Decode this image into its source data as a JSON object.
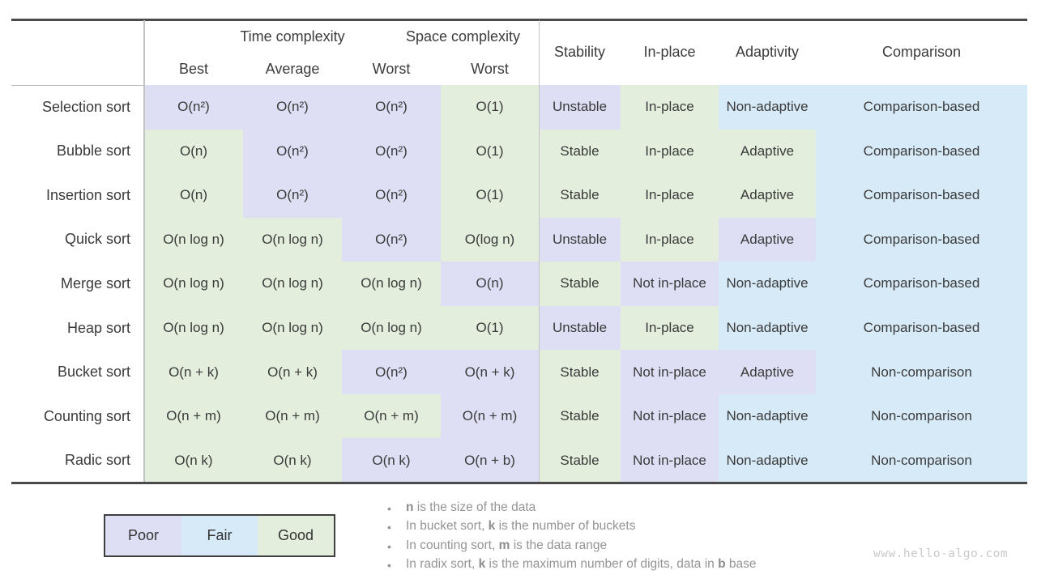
{
  "chart_data": {
    "type": "table",
    "title": "",
    "column_groups": [
      {
        "label": "Time complexity",
        "span": 3
      },
      {
        "label": "Space complexity",
        "span": 1
      }
    ],
    "sub_headers": [
      "Best",
      "Average",
      "Worst",
      "Worst"
    ],
    "attribute_headers": [
      "Stability",
      "In-place",
      "Adaptivity",
      "Comparison"
    ],
    "rating_colors": {
      "poor": "#dedff4",
      "fair": "#d7eaf7",
      "good": "#e3eedd"
    },
    "rows": [
      {
        "label": "Selection sort",
        "cells": [
          {
            "text": "O(n²)",
            "rating": "poor"
          },
          {
            "text": "O(n²)",
            "rating": "poor"
          },
          {
            "text": "O(n²)",
            "rating": "poor"
          },
          {
            "text": "O(1)",
            "rating": "good"
          },
          {
            "text": "Unstable",
            "rating": "poor"
          },
          {
            "text": "In-place",
            "rating": "good"
          },
          {
            "text": "Non-adaptive",
            "rating": "fair"
          },
          {
            "text": "Comparison-based",
            "rating": "fair"
          }
        ]
      },
      {
        "label": "Bubble sort",
        "cells": [
          {
            "text": "O(n)",
            "rating": "good"
          },
          {
            "text": "O(n²)",
            "rating": "poor"
          },
          {
            "text": "O(n²)",
            "rating": "poor"
          },
          {
            "text": "O(1)",
            "rating": "good"
          },
          {
            "text": "Stable",
            "rating": "good"
          },
          {
            "text": "In-place",
            "rating": "good"
          },
          {
            "text": "Adaptive",
            "rating": "good"
          },
          {
            "text": "Comparison-based",
            "rating": "fair"
          }
        ]
      },
      {
        "label": "Insertion sort",
        "cells": [
          {
            "text": "O(n)",
            "rating": "good"
          },
          {
            "text": "O(n²)",
            "rating": "poor"
          },
          {
            "text": "O(n²)",
            "rating": "poor"
          },
          {
            "text": "O(1)",
            "rating": "good"
          },
          {
            "text": "Stable",
            "rating": "good"
          },
          {
            "text": "In-place",
            "rating": "good"
          },
          {
            "text": "Adaptive",
            "rating": "good"
          },
          {
            "text": "Comparison-based",
            "rating": "fair"
          }
        ]
      },
      {
        "label": "Quick sort",
        "cells": [
          {
            "text": "O(n log n)",
            "rating": "good"
          },
          {
            "text": "O(n log n)",
            "rating": "good"
          },
          {
            "text": "O(n²)",
            "rating": "poor"
          },
          {
            "text": "O(log n)",
            "rating": "good"
          },
          {
            "text": "Unstable",
            "rating": "poor"
          },
          {
            "text": "In-place",
            "rating": "good"
          },
          {
            "text": "Adaptive",
            "rating": "poor"
          },
          {
            "text": "Comparison-based",
            "rating": "fair"
          }
        ]
      },
      {
        "label": "Merge sort",
        "cells": [
          {
            "text": "O(n log n)",
            "rating": "good"
          },
          {
            "text": "O(n log n)",
            "rating": "good"
          },
          {
            "text": "O(n log n)",
            "rating": "good"
          },
          {
            "text": "O(n)",
            "rating": "poor"
          },
          {
            "text": "Stable",
            "rating": "good"
          },
          {
            "text": "Not in-place",
            "rating": "poor"
          },
          {
            "text": "Non-adaptive",
            "rating": "fair"
          },
          {
            "text": "Comparison-based",
            "rating": "fair"
          }
        ]
      },
      {
        "label": "Heap sort",
        "cells": [
          {
            "text": "O(n log n)",
            "rating": "good"
          },
          {
            "text": "O(n log n)",
            "rating": "good"
          },
          {
            "text": "O(n log n)",
            "rating": "good"
          },
          {
            "text": "O(1)",
            "rating": "good"
          },
          {
            "text": "Unstable",
            "rating": "poor"
          },
          {
            "text": "In-place",
            "rating": "good"
          },
          {
            "text": "Non-adaptive",
            "rating": "fair"
          },
          {
            "text": "Comparison-based",
            "rating": "fair"
          }
        ]
      },
      {
        "label": "Bucket sort",
        "cells": [
          {
            "text": "O(n + k)",
            "rating": "good"
          },
          {
            "text": "O(n + k)",
            "rating": "good"
          },
          {
            "text": "O(n²)",
            "rating": "poor"
          },
          {
            "text": "O(n + k)",
            "rating": "poor"
          },
          {
            "text": "Stable",
            "rating": "good"
          },
          {
            "text": "Not in-place",
            "rating": "poor"
          },
          {
            "text": "Adaptive",
            "rating": "poor"
          },
          {
            "text": "Non-comparison",
            "rating": "fair"
          }
        ]
      },
      {
        "label": "Counting sort",
        "cells": [
          {
            "text": "O(n + m)",
            "rating": "good"
          },
          {
            "text": "O(n + m)",
            "rating": "good"
          },
          {
            "text": "O(n + m)",
            "rating": "good"
          },
          {
            "text": "O(n + m)",
            "rating": "poor"
          },
          {
            "text": "Stable",
            "rating": "good"
          },
          {
            "text": "Not in-place",
            "rating": "poor"
          },
          {
            "text": "Non-adaptive",
            "rating": "fair"
          },
          {
            "text": "Non-comparison",
            "rating": "fair"
          }
        ]
      },
      {
        "label": "Radic sort",
        "cells": [
          {
            "text": "O(n k)",
            "rating": "good"
          },
          {
            "text": "O(n k)",
            "rating": "good"
          },
          {
            "text": "O(n k)",
            "rating": "poor"
          },
          {
            "text": "O(n + b)",
            "rating": "poor"
          },
          {
            "text": "Stable",
            "rating": "good"
          },
          {
            "text": "Not in-place",
            "rating": "poor"
          },
          {
            "text": "Non-adaptive",
            "rating": "fair"
          },
          {
            "text": "Non-comparison",
            "rating": "fair"
          }
        ]
      }
    ]
  },
  "legend": {
    "items": [
      {
        "label": "Poor",
        "rating": "poor"
      },
      {
        "label": "Fair",
        "rating": "fair"
      },
      {
        "label": "Good",
        "rating": "good"
      }
    ]
  },
  "notes": [
    "**n** is the size of the data",
    "In bucket sort, **k** is the number of buckets",
    "In counting sort, **m** is the data range",
    "In radix sort, **k** is the maximum number of digits, data in **b** base"
  ],
  "watermark": "www.hello-algo.com"
}
